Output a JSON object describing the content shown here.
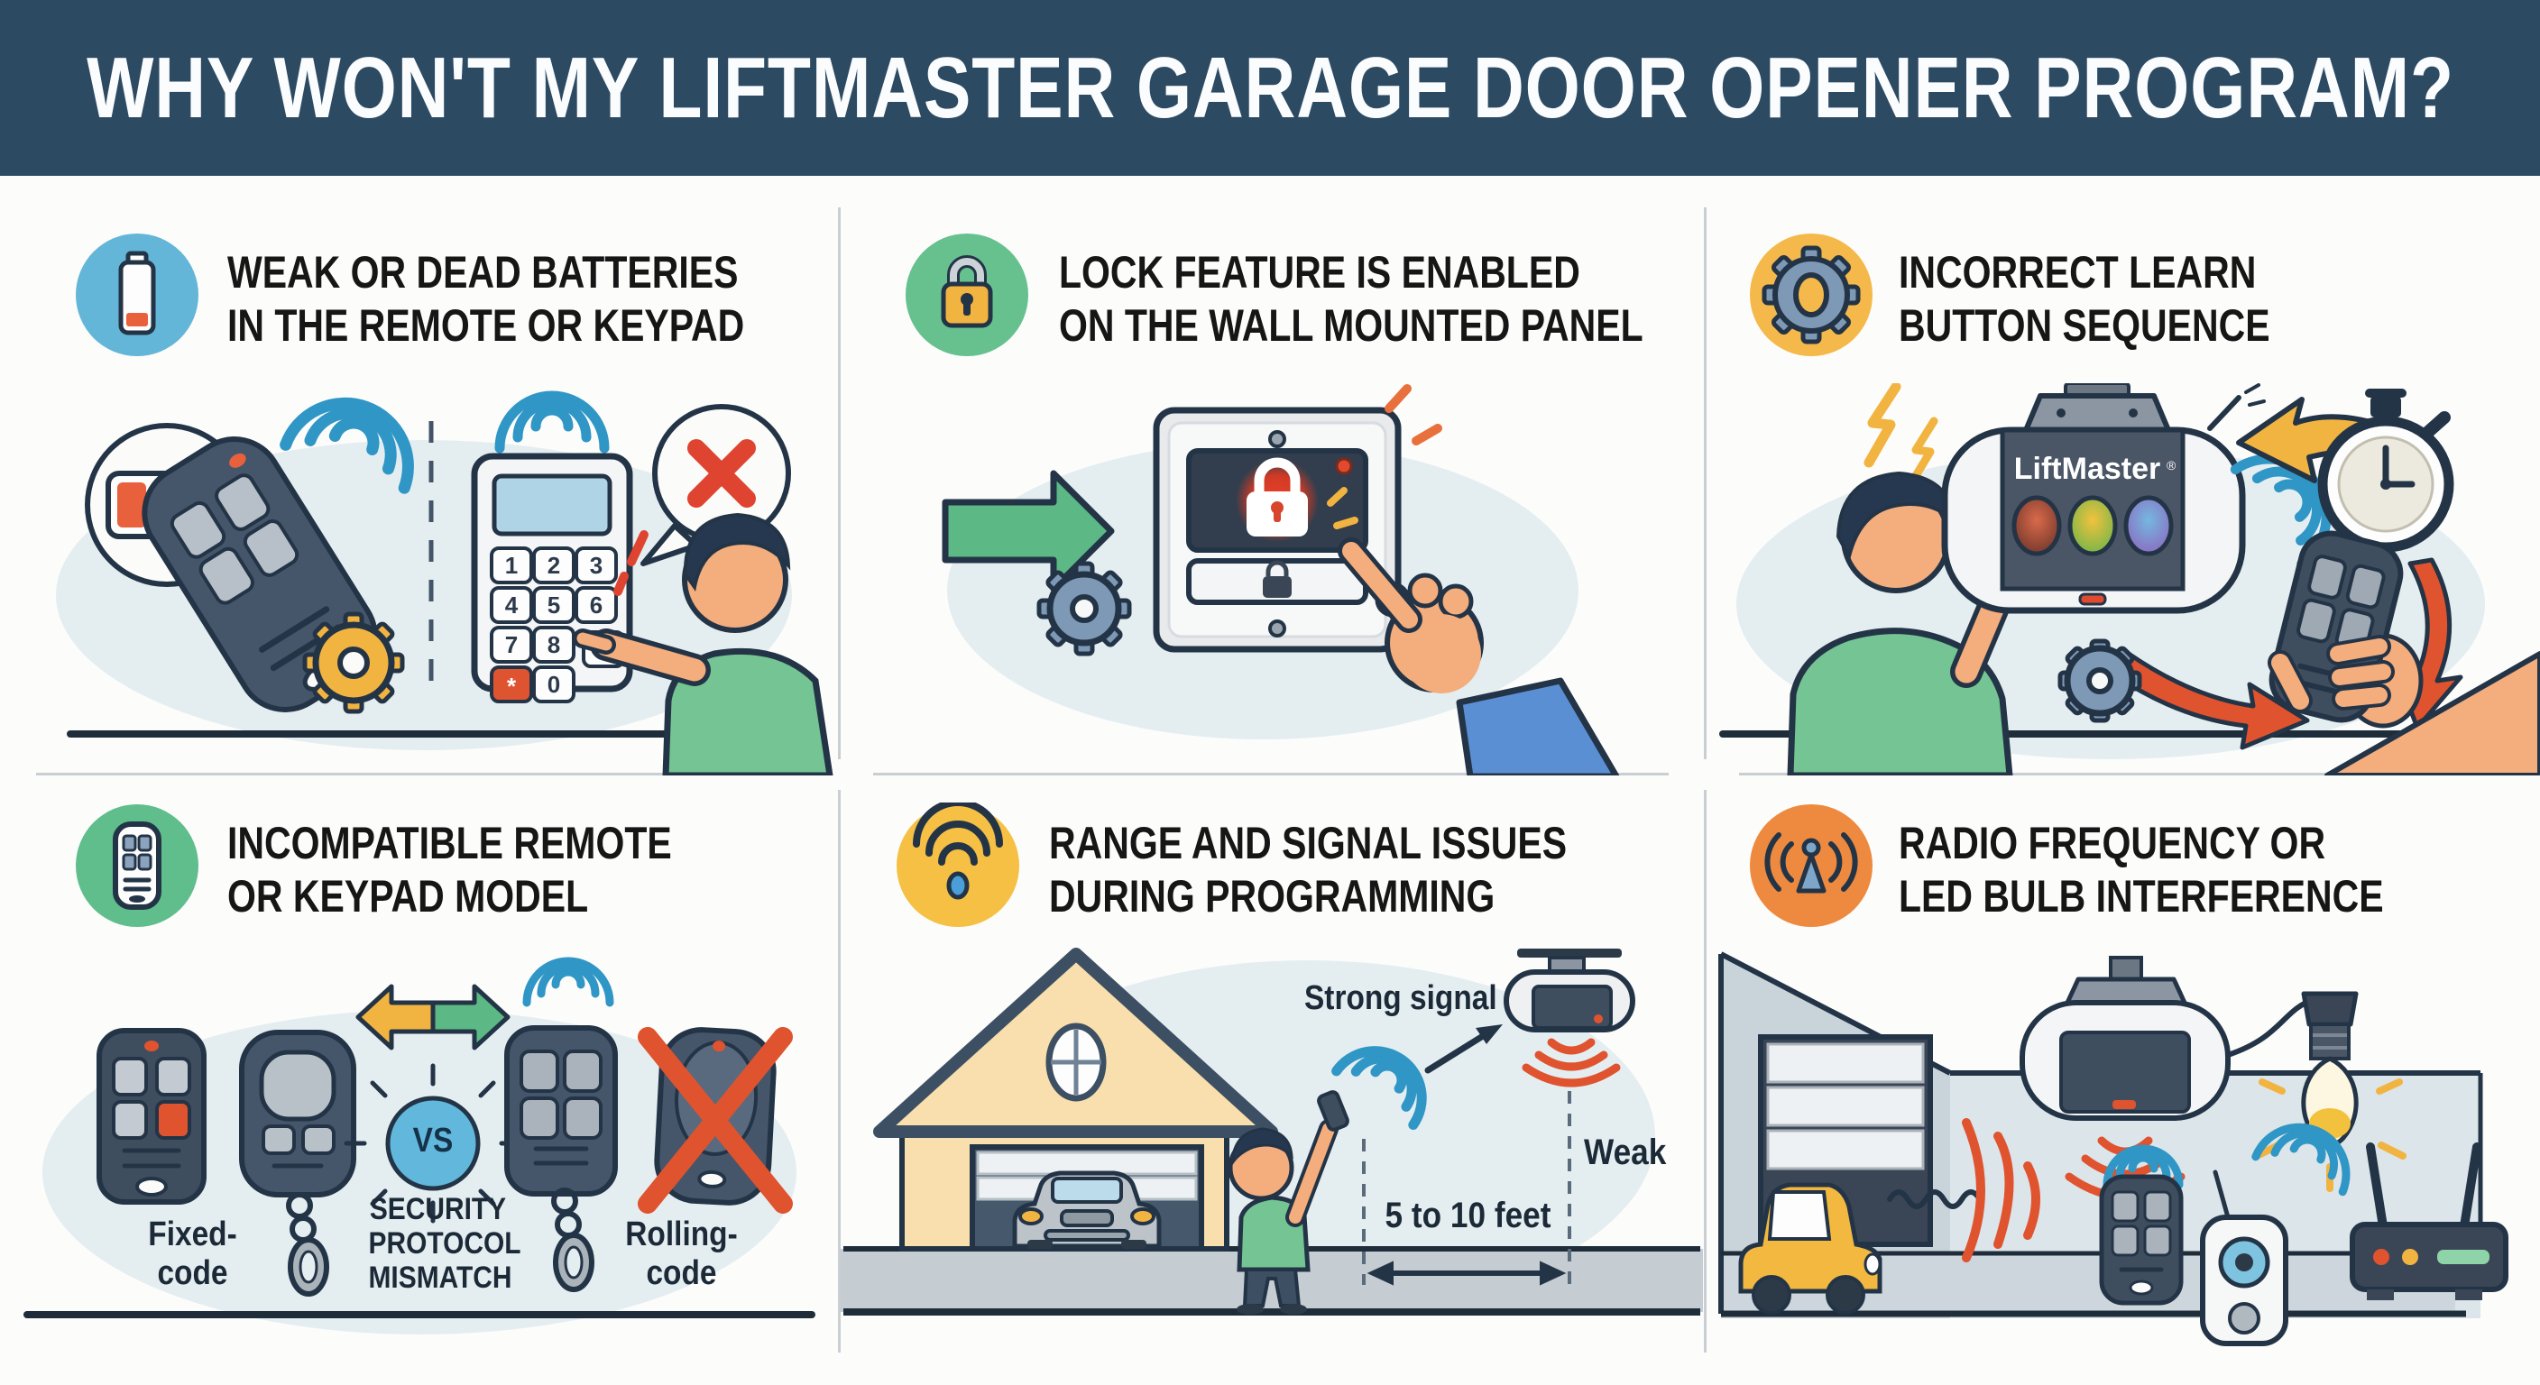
{
  "header": {
    "title": "WHY WON'T MY LIFTMASTER GARAGE DOOR OPENER PROGRAM?"
  },
  "panels": [
    {
      "title1": "WEAK OR DEAD BATTERIES",
      "title2": "IN THE REMOTE OR KEYPAD",
      "icon": "low-battery-icon",
      "icon_bg": "#64b6d8"
    },
    {
      "title1": "LOCK FEATURE IS ENABLED",
      "title2": "ON THE WALL MOUNTED PANEL",
      "icon": "padlock-icon",
      "icon_bg": "#66c18f"
    },
    {
      "title1": "INCORRECT LEARN",
      "title2": "BUTTON SEQUENCE",
      "icon": "gear-icon",
      "icon_bg": "#f4b94a"
    },
    {
      "title1": "INCOMPATIBLE REMOTE",
      "title2": "OR KEYPAD MODEL",
      "icon": "keypad-remote-icon",
      "icon_bg": "#5fbe8c"
    },
    {
      "title1": "RANGE AND SIGNAL ISSUES",
      "title2": "DURING PROGRAMMING",
      "icon": "wifi-icon",
      "icon_bg": "#f5c044"
    },
    {
      "title1": "RADIO FREQUENCY OR",
      "title2": "LED BULB INTERFERENCE",
      "icon": "antenna-icon",
      "icon_bg": "#ee8a3f"
    }
  ],
  "panel1": {
    "keys": [
      "1",
      "2",
      "3",
      "4",
      "5",
      "6",
      "7",
      "8",
      "*",
      "0"
    ]
  },
  "panel3": {
    "brand": "LiftMaster",
    "brand_mark": "®"
  },
  "panel4": {
    "fixed_label": "Fixed-code",
    "vs_label": "VS",
    "mismatch_label": "SECURITY PROTOCOL MISMATCH",
    "rolling_label": "Rolling-code"
  },
  "panel5": {
    "strong_label": "Strong signal",
    "weak_label": "Weak",
    "distance_label": "5 to 10 feet"
  },
  "colors": {
    "header_bg": "#2d4a63",
    "outline": "#243447",
    "accent_red": "#e0532f",
    "accent_blue": "#2f96c6",
    "accent_green": "#5cb885",
    "accent_yellow": "#f2b440"
  }
}
